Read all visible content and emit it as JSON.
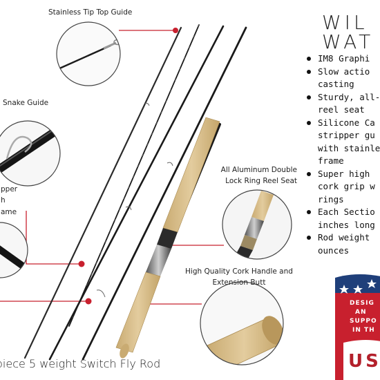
{
  "callouts": {
    "tip_top": "Stainless Tip Top Guide",
    "snake": "Snake Guide",
    "stripper_partial": [
      "pper",
      "h",
      "ame"
    ],
    "reel_seat": [
      "All Aluminum Double",
      "Lock Ring Reel Seat"
    ],
    "cork": [
      "High Quality Cork Handle and",
      "Extension Butt"
    ]
  },
  "brand": {
    "line1": "WIL",
    "line2": "WAT"
  },
  "features": [
    "IM8 Graphi",
    "Slow actio",
    "casting",
    "Sturdy, all-",
    "reel seat",
    "Silicone Ca",
    "stripper gu",
    "with stainle",
    "frame",
    "Super high",
    "cork grip w",
    "rings",
    "Each Sectio",
    "inches long",
    "Rod weight",
    "ounces"
  ],
  "feature_bullets": [
    true,
    true,
    false,
    true,
    false,
    true,
    false,
    false,
    false,
    true,
    false,
    false,
    true,
    false,
    true,
    false
  ],
  "badge": {
    "line1": "DESIG",
    "line2": "AN",
    "line3": "SUPPO",
    "line4": "IN TH",
    "country": "US"
  },
  "caption": "-piece 5 weight Switch Fly Rod",
  "colors": {
    "accent_red": "#c8202e",
    "cork": "#d9bf8d",
    "rod": "#1a1a1a",
    "badge_blue": "#1f3f7a"
  }
}
